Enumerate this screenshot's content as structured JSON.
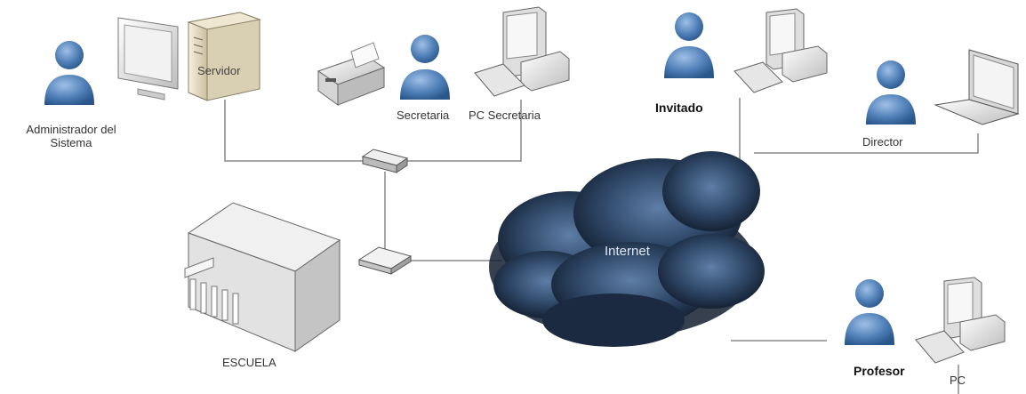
{
  "nodes": {
    "admin": {
      "label_line1": "Administrador del",
      "label_line2": "Sistema"
    },
    "server": {
      "label": "Servidor"
    },
    "secretary": {
      "label": "Secretaria"
    },
    "secretary_pc": {
      "label": "PC Secretaria"
    },
    "guest": {
      "label": "Invitado"
    },
    "director": {
      "label": "Director"
    },
    "school": {
      "label": "ESCUELA"
    },
    "internet": {
      "label": "Internet"
    },
    "teacher": {
      "label": "Profesor"
    },
    "teacher_pc": {
      "label": "PC"
    }
  },
  "colors": {
    "person_fill": "#5b86b8",
    "person_dark": "#2f5d93",
    "cloud_fill": "#2b3f5c",
    "cloud_light": "#4d6a8e",
    "line": "#777777",
    "server_fill": "#e6dcc4"
  },
  "icons": [
    "person-icon",
    "monitor-icon",
    "server-icon",
    "printer-icon",
    "desktop-pc-icon",
    "laptop-icon",
    "switch-icon",
    "router-icon",
    "building-icon",
    "cloud-icon"
  ]
}
